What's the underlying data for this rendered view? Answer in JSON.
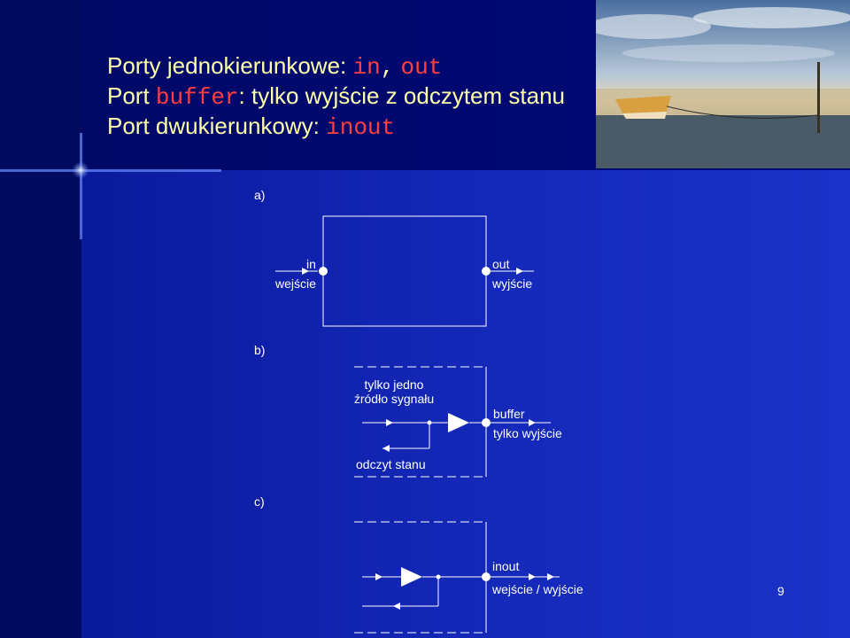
{
  "title": {
    "line1": {
      "text": "Porty jednokierunkowe: ",
      "kw1": "in",
      "sep": ",",
      "kw2": "out"
    },
    "line2": {
      "prefix": "Port ",
      "kw": "buffer",
      "suffix": ": tylko wyjście z odczytem stanu"
    },
    "line3": {
      "prefix": "Port dwukierunkowy: ",
      "kw": "inout"
    }
  },
  "diagram_a": {
    "label": "a)",
    "in_label": "in",
    "in_caption": "wejście",
    "out_label": "out",
    "out_caption": "wyjście"
  },
  "diagram_b": {
    "label": "b)",
    "source_line1": "tylko jedno",
    "source_line2": "źródło sygnału",
    "buffer_label": "buffer",
    "buffer_caption": "tylko wyjście",
    "readback_label": "odczyt stanu"
  },
  "diagram_c": {
    "label": "c)",
    "inout_label": "inout",
    "inout_caption": "wejście / wyjście"
  },
  "page_number": "9",
  "colors": {
    "background": "#000a5e",
    "title_text": "#ffffaa",
    "keyword": "#ff4040",
    "diagram_panel": "#1c30c4",
    "diagram_line": "#ffffff"
  }
}
